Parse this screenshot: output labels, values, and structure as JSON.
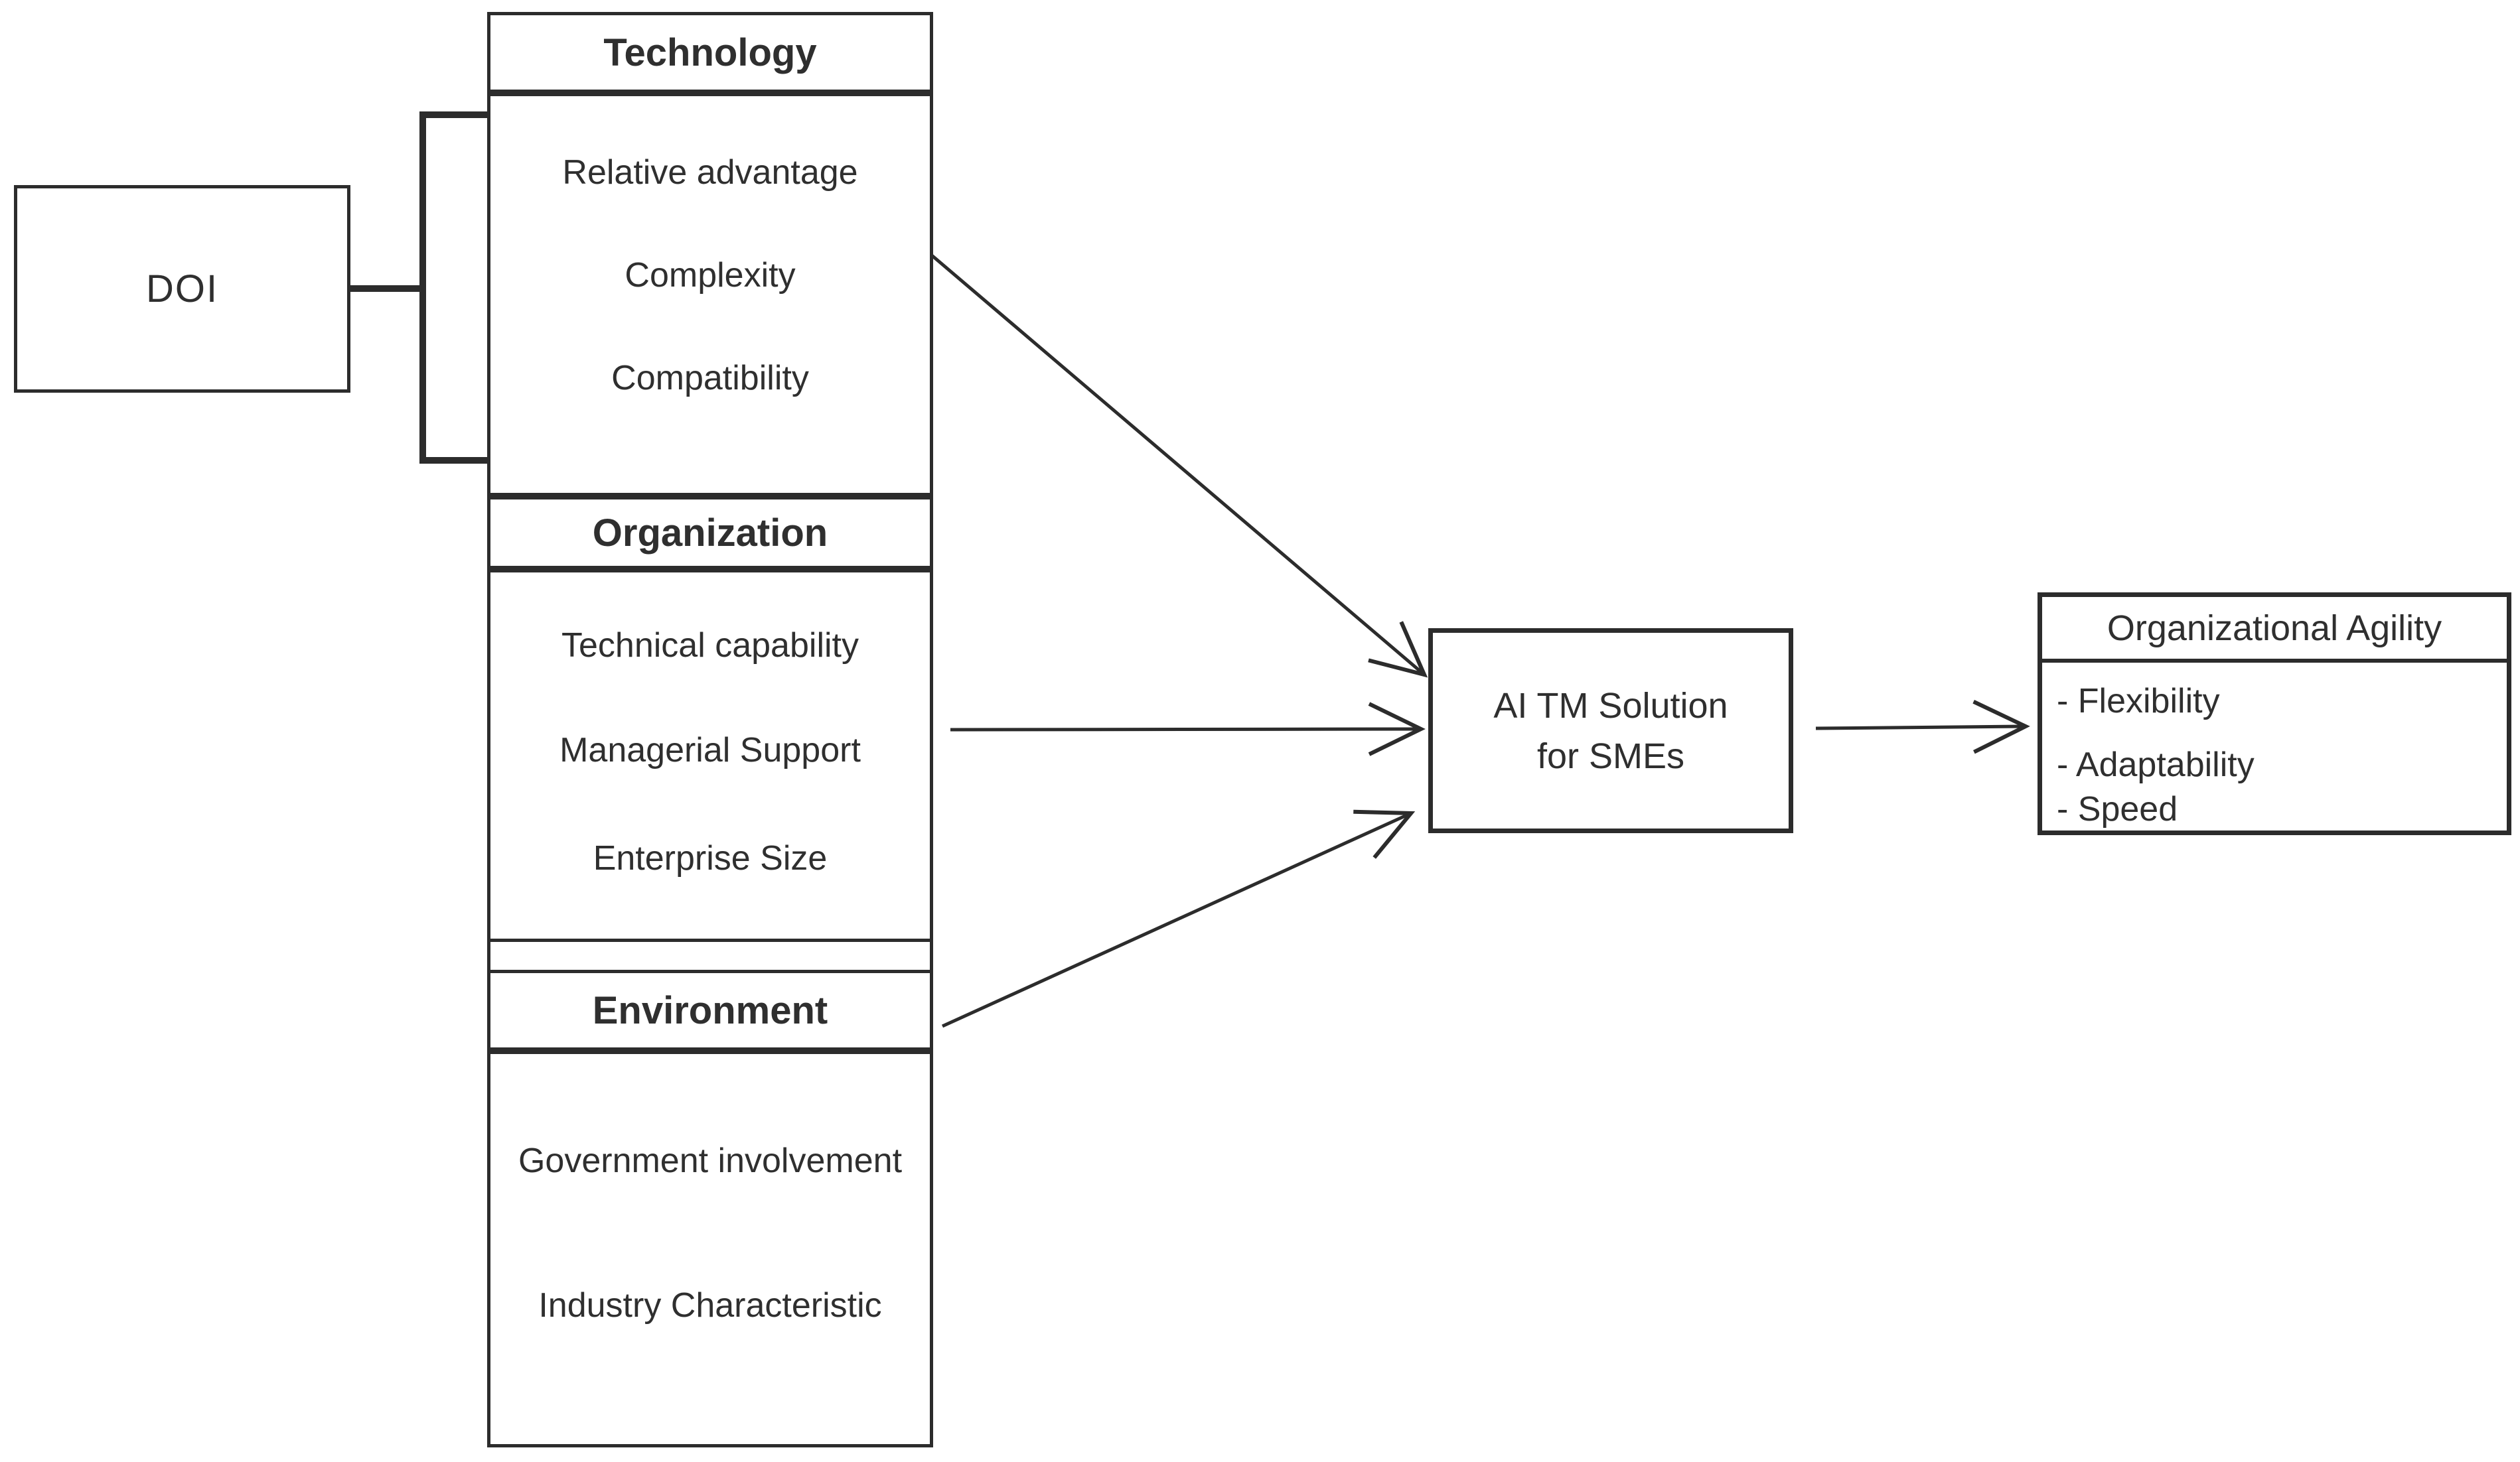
{
  "doi_box": {
    "label": "DOI"
  },
  "toe_column": {
    "technology": {
      "header": "Technology",
      "items": [
        "Relative advantage",
        "Complexity",
        "Compatibility"
      ]
    },
    "organization": {
      "header": "Organization",
      "items": [
        "Technical capability",
        "Managerial Support",
        "Enterprise Size"
      ]
    },
    "environment": {
      "header": "Environment",
      "items": [
        "Government involvement",
        "Industry Characteristic"
      ]
    }
  },
  "solution_box": {
    "line1": "AI TM Solution",
    "line2": "for SMEs"
  },
  "agility_box": {
    "header": "Organizational Agility",
    "items": [
      "- Flexibility",
      "- Adaptability",
      "- Speed"
    ]
  },
  "colors": {
    "line": "#2c2c2c",
    "text": "#2f2f2f",
    "background": "#ffffff"
  }
}
